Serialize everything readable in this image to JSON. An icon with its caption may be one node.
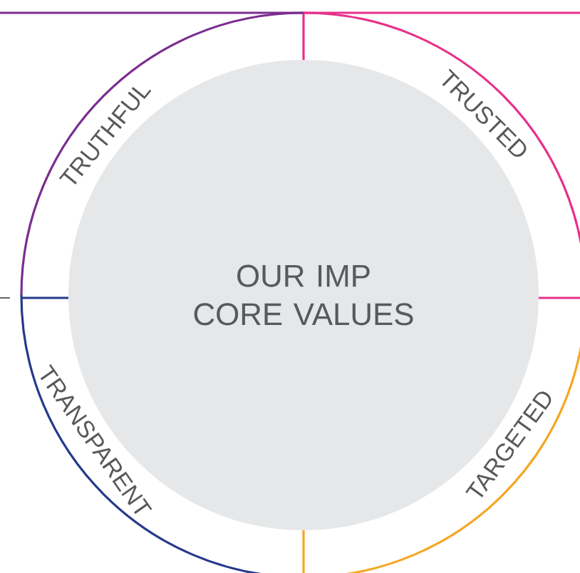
{
  "diagram": {
    "nodes": [
      {
        "text": [
          "OUR IMP CORE VALUES"
        ]
      },
      {
        "text": [
          "TRUTHFUL"
        ]
      },
      {
        "text": [
          "TRUSTED"
        ]
      },
      {
        "text": [
          "TRANSPARENT"
        ]
      },
      {
        "text": [
          "TARGETED"
        ]
      }
    ]
  }
}
